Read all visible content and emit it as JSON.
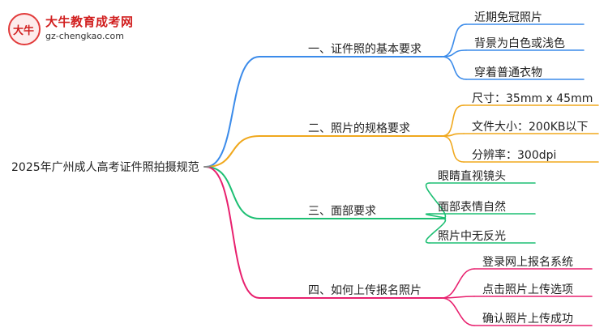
{
  "logo": {
    "title": "大牛教育成考网",
    "url": "gz-chengkao.com",
    "mark_char": "大牛"
  },
  "root": "2025年广州成人高考证件照拍摄规范",
  "branches": [
    {
      "label": "一、证件照的基本要求",
      "color": "#3b8bea",
      "leaves": [
        "近期免冠照片",
        "背景为白色或浅色",
        "穿着普通衣物"
      ]
    },
    {
      "label": "二、照片的规格要求",
      "color": "#f0a81d",
      "leaves": [
        "尺寸：35mm x 45mm",
        "文件大小：200KB以下",
        "分辨率：300dpi"
      ]
    },
    {
      "label": "三、面部要求",
      "color": "#1dbf73",
      "leaves": [
        "眼睛直视镜头",
        "面部表情自然",
        "照片中无反光"
      ]
    },
    {
      "label": "四、如何上传报名照片",
      "color": "#e8206e",
      "leaves": [
        "登录网上报名系统",
        "点击照片上传选项",
        "确认照片上传成功"
      ]
    }
  ]
}
